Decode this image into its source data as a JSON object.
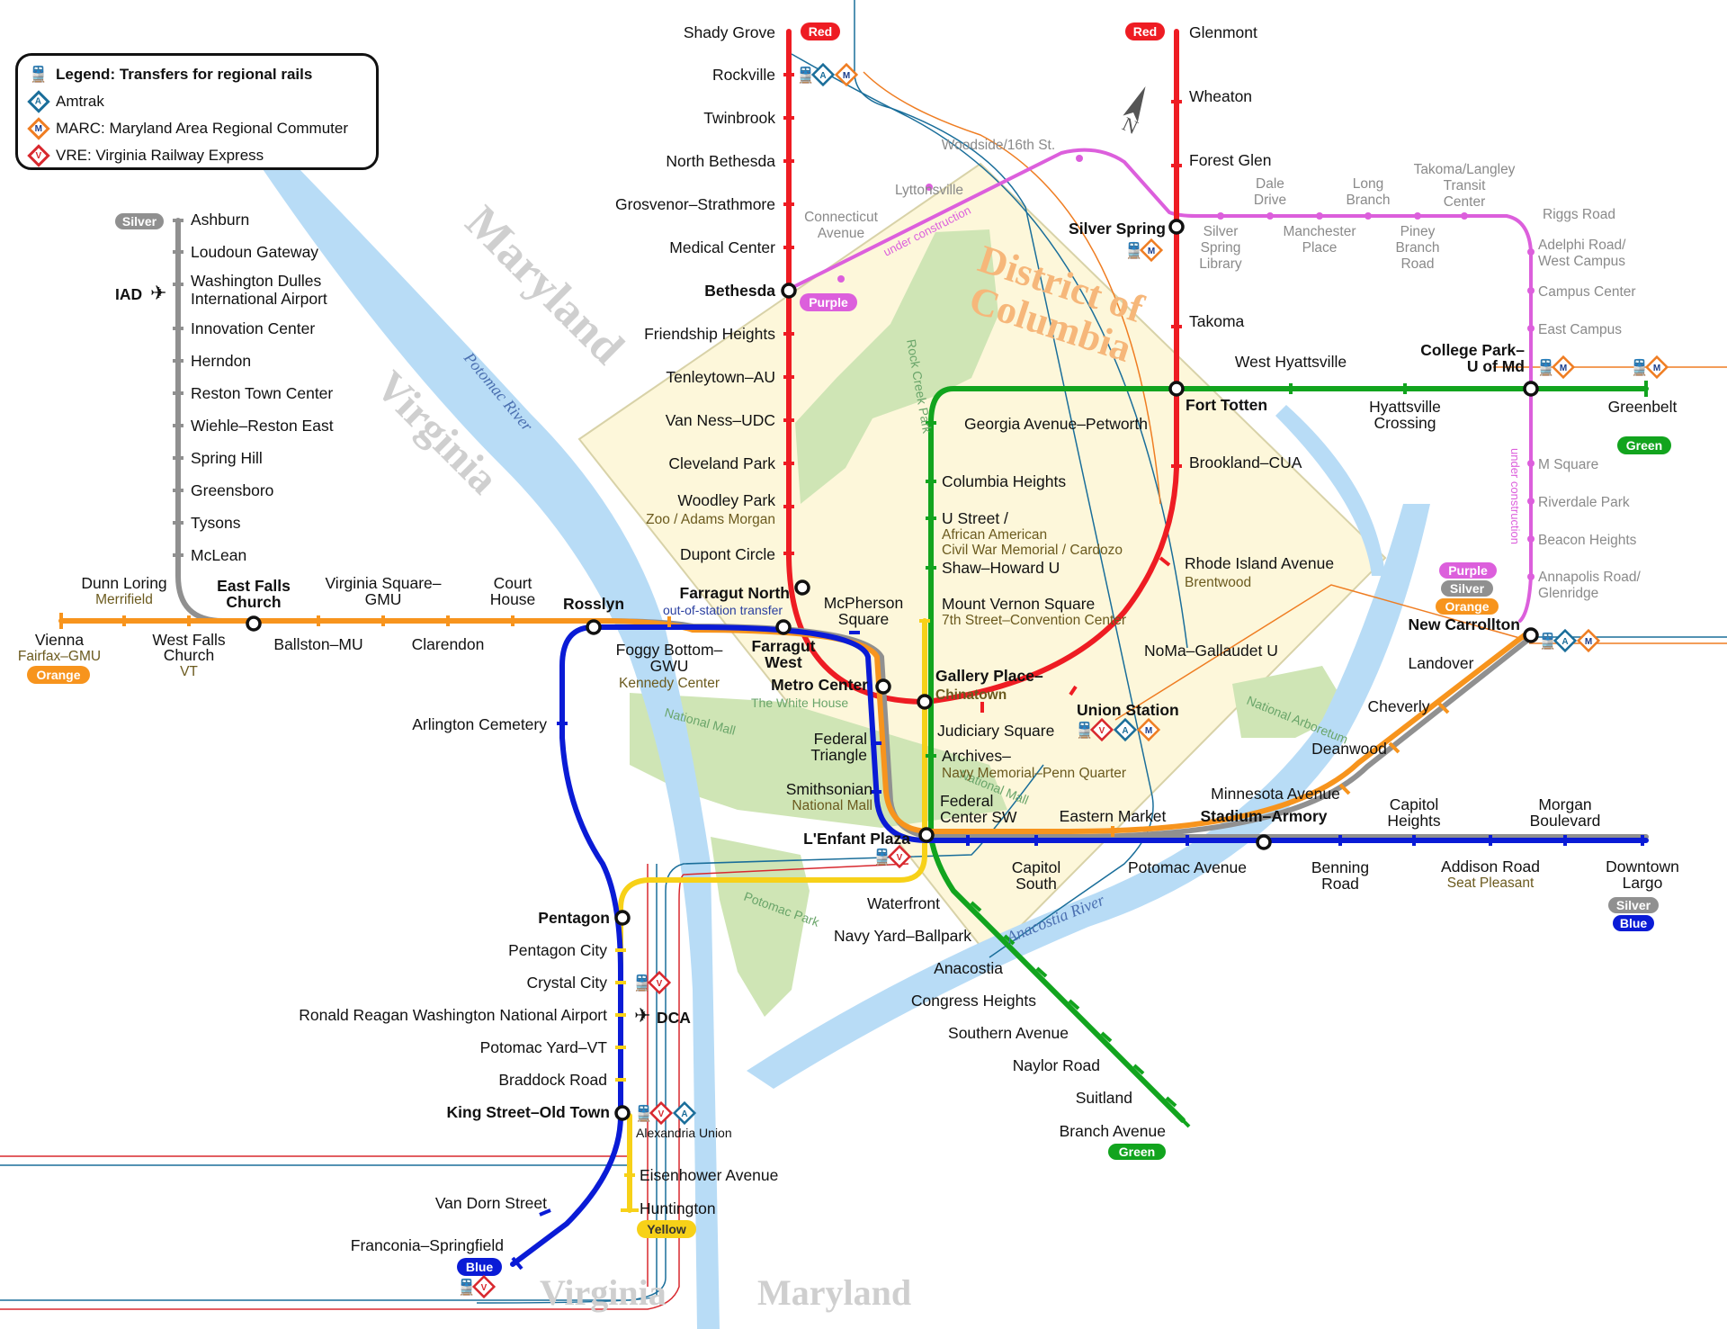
{
  "colors": {
    "red": "#ee1c23",
    "orange": "#f7941d",
    "silver": "#909090",
    "blue": "#0a1bd6",
    "yellow": "#f7d118",
    "green": "#12a41e",
    "purple": "#dc5fdc",
    "dc_fill": "#fdf7da",
    "river": "#b8dcf6",
    "park": "#cfe5b5",
    "amtrak": "#1a6e9a",
    "marc": "#ef7d22",
    "vre": "#d8282e"
  },
  "legend": {
    "title": "Legend: Transfers for regional rails",
    "items": [
      {
        "icon": "amtrak-icon",
        "letter": "A",
        "label": "Amtrak"
      },
      {
        "icon": "marc-icon",
        "letter": "M",
        "label": "MARC: Maryland Area Regional Commuter"
      },
      {
        "icon": "vre-icon",
        "letter": "V",
        "label": "VRE: Virginia Railway Express"
      }
    ]
  },
  "regions": {
    "maryland_nw": "Maryland",
    "virginia_nw": "Virginia",
    "dc": "District of Columbia",
    "dc_line1": "District of",
    "dc_line2": "Columbia",
    "virginia_s": "Virginia",
    "maryland_s": "Maryland"
  },
  "rivers": {
    "potomac": "Potomac River",
    "anacostia": "Anacostia River"
  },
  "parks": {
    "rock_creek": "Rock Creek Park",
    "national_mall": "National Mall",
    "arboretum": "National Arboretum",
    "potomac_park": "Potomac Park",
    "white_house": "The White House",
    "national_mall2": "National Mall"
  },
  "notes": {
    "under_construction": "under construction",
    "out_of_station": "out-of-station transfer",
    "iad": "IAD",
    "dca": "DCA"
  },
  "line_badges": {
    "red": "Red",
    "orange": "Orange",
    "silver": "Silver",
    "blue": "Blue",
    "yellow": "Yellow",
    "green": "Green",
    "purple": "Purple"
  },
  "stations": [
    {
      "id": "shady-grove",
      "name": "Shady Grove"
    },
    {
      "id": "rockville",
      "name": "Rockville"
    },
    {
      "id": "twinbrook",
      "name": "Twinbrook"
    },
    {
      "id": "north-bethesda",
      "name": "North Bethesda"
    },
    {
      "id": "grosvenor",
      "name": "Grosvenor–Strathmore"
    },
    {
      "id": "medical-center",
      "name": "Medical Center"
    },
    {
      "id": "bethesda",
      "name": "Bethesda"
    },
    {
      "id": "friendship-heights",
      "name": "Friendship Heights"
    },
    {
      "id": "tenleytown",
      "name": "Tenleytown–AU"
    },
    {
      "id": "van-ness",
      "name": "Van Ness–UDC"
    },
    {
      "id": "cleveland-park",
      "name": "Cleveland Park"
    },
    {
      "id": "woodley-park",
      "name": "Woodley Park",
      "sub": "Zoo / Adams Morgan"
    },
    {
      "id": "dupont-circle",
      "name": "Dupont Circle"
    },
    {
      "id": "farragut-north",
      "name": "Farragut North"
    },
    {
      "id": "metro-center",
      "name": "Metro Center"
    },
    {
      "id": "gallery-place",
      "name": "Gallery Place–",
      "sub": "Chinatown"
    },
    {
      "id": "judiciary-square",
      "name": "Judiciary Square"
    },
    {
      "id": "union-station",
      "name": "Union Station"
    },
    {
      "id": "noma",
      "name": "NoMa–Gallaudet U"
    },
    {
      "id": "rhode-island",
      "name": "Rhode Island Avenue",
      "sub": "Brentwood"
    },
    {
      "id": "brookland",
      "name": "Brookland–CUA"
    },
    {
      "id": "fort-totten",
      "name": "Fort Totten"
    },
    {
      "id": "takoma",
      "name": "Takoma"
    },
    {
      "id": "silver-spring",
      "name": "Silver Spring"
    },
    {
      "id": "forest-glen",
      "name": "Forest Glen"
    },
    {
      "id": "wheaton",
      "name": "Wheaton"
    },
    {
      "id": "glenmont",
      "name": "Glenmont"
    },
    {
      "id": "ashburn",
      "name": "Ashburn"
    },
    {
      "id": "loudoun-gateway",
      "name": "Loudoun Gateway"
    },
    {
      "id": "dulles-airport",
      "name": "Washington Dulles",
      "name2": "International Airport"
    },
    {
      "id": "innovation-center",
      "name": "Innovation Center"
    },
    {
      "id": "herndon",
      "name": "Herndon"
    },
    {
      "id": "reston",
      "name": "Reston Town Center"
    },
    {
      "id": "wiehle",
      "name": "Wiehle–Reston East"
    },
    {
      "id": "spring-hill",
      "name": "Spring Hill"
    },
    {
      "id": "greensboro",
      "name": "Greensboro"
    },
    {
      "id": "tysons",
      "name": "Tysons"
    },
    {
      "id": "mclean",
      "name": "McLean"
    },
    {
      "id": "vienna",
      "name": "Vienna",
      "sub": "Fairfax–GMU"
    },
    {
      "id": "dunn-loring",
      "name": "Dunn Loring",
      "sub": "Merrifield"
    },
    {
      "id": "west-falls-church",
      "name": "West Falls",
      "name2": "Church",
      "sub": "VT"
    },
    {
      "id": "east-falls-church",
      "name": "East Falls",
      "name2": "Church"
    },
    {
      "id": "ballston",
      "name": "Ballston–MU"
    },
    {
      "id": "virginia-square",
      "name": "Virginia Square–",
      "name2": "GMU"
    },
    {
      "id": "clarendon",
      "name": "Clarendon"
    },
    {
      "id": "court-house",
      "name": "Court",
      "name2": "House"
    },
    {
      "id": "rosslyn",
      "name": "Rosslyn"
    },
    {
      "id": "foggy-bottom",
      "name": "Foggy Bottom–",
      "name2": "GWU",
      "sub": "Kennedy Center"
    },
    {
      "id": "farragut-west",
      "name": "Farragut",
      "name2": "West"
    },
    {
      "id": "mcpherson",
      "name": "McPherson",
      "name2": "Square"
    },
    {
      "id": "federal-triangle",
      "name": "Federal",
      "name2": "Triangle"
    },
    {
      "id": "smithsonian",
      "name": "Smithsonian",
      "sub": "National Mall"
    },
    {
      "id": "lenfant",
      "name": "L'Enfant Plaza"
    },
    {
      "id": "federal-center",
      "name": "Federal",
      "name2": "Center SW"
    },
    {
      "id": "capitol-south",
      "name": "Capitol",
      "name2": "South"
    },
    {
      "id": "eastern-market",
      "name": "Eastern Market"
    },
    {
      "id": "potomac-avenue",
      "name": "Potomac Avenue"
    },
    {
      "id": "stadium-armory",
      "name": "Stadium–Armory"
    },
    {
      "id": "minnesota-ave",
      "name": "Minnesota Avenue"
    },
    {
      "id": "deanwood",
      "name": "Deanwood"
    },
    {
      "id": "cheverly",
      "name": "Cheverly"
    },
    {
      "id": "landover",
      "name": "Landover"
    },
    {
      "id": "new-carrollton",
      "name": "New Carrollton"
    },
    {
      "id": "benning-road",
      "name": "Benning",
      "name2": "Road"
    },
    {
      "id": "capitol-heights",
      "name": "Capitol",
      "name2": "Heights"
    },
    {
      "id": "addison-road",
      "name": "Addison Road",
      "sub": "Seat Pleasant"
    },
    {
      "id": "morgan-blvd",
      "name": "Morgan",
      "name2": "Boulevard"
    },
    {
      "id": "downtown-largo",
      "name": "Downtown",
      "name2": "Largo"
    },
    {
      "id": "arlington-cemetery",
      "name": "Arlington Cemetery"
    },
    {
      "id": "pentagon",
      "name": "Pentagon"
    },
    {
      "id": "pentagon-city",
      "name": "Pentagon City"
    },
    {
      "id": "crystal-city",
      "name": "Crystal City"
    },
    {
      "id": "reagan-airport",
      "name": "Ronald Reagan Washington National Airport"
    },
    {
      "id": "potomac-yard",
      "name": "Potomac Yard–VT"
    },
    {
      "id": "braddock-road",
      "name": "Braddock Road"
    },
    {
      "id": "king-street",
      "name": "King Street–Old Town"
    },
    {
      "id": "alexandria-union",
      "name": "Alexandria Union"
    },
    {
      "id": "eisenhower",
      "name": "Eisenhower Avenue"
    },
    {
      "id": "huntington",
      "name": "Huntington"
    },
    {
      "id": "van-dorn",
      "name": "Van Dorn Street"
    },
    {
      "id": "franconia",
      "name": "Franconia–Springfield"
    },
    {
      "id": "mount-vernon",
      "name": "Mount Vernon Square",
      "sub": "7th Street–Convention Center"
    },
    {
      "id": "shaw",
      "name": "Shaw–Howard U"
    },
    {
      "id": "u-street",
      "name": "U Street /",
      "sub": "African American",
      "sub2": "Civil War Memorial / Cardozo"
    },
    {
      "id": "columbia-heights",
      "name": "Columbia Heights"
    },
    {
      "id": "georgia-ave",
      "name": "Georgia Avenue–Petworth"
    },
    {
      "id": "west-hyattsville",
      "name": "West Hyattsville"
    },
    {
      "id": "hyattsville-crossing",
      "name": "Hyattsville",
      "name2": "Crossing"
    },
    {
      "id": "college-park",
      "name": "College Park–",
      "name2": "U of Md"
    },
    {
      "id": "greenbelt",
      "name": "Greenbelt"
    },
    {
      "id": "archives",
      "name": "Archives–",
      "sub": "Navy Memorial–Penn Quarter"
    },
    {
      "id": "waterfront",
      "name": "Waterfront"
    },
    {
      "id": "navy-yard",
      "name": "Navy Yard–Ballpark"
    },
    {
      "id": "anacostia",
      "name": "Anacostia"
    },
    {
      "id": "congress-heights",
      "name": "Congress Heights"
    },
    {
      "id": "southern-ave",
      "name": "Southern Avenue"
    },
    {
      "id": "naylor-road",
      "name": "Naylor Road"
    },
    {
      "id": "suitland",
      "name": "Suitland"
    },
    {
      "id": "branch-avenue",
      "name": "Branch Avenue"
    },
    {
      "id": "connecticut-ave",
      "name": "Connecticut",
      "name2": "Avenue"
    },
    {
      "id": "lyttonsville",
      "name": "Lyttonsville"
    },
    {
      "id": "woodside",
      "name": "Woodside/16th St."
    },
    {
      "id": "silver-spring-library",
      "name": "Silver",
      "name2": "Spring",
      "name3": "Library"
    },
    {
      "id": "dale-drive",
      "name": "Dale",
      "name2": "Drive"
    },
    {
      "id": "manchester-place",
      "name": "Manchester",
      "name2": "Place"
    },
    {
      "id": "long-branch",
      "name": "Long",
      "name2": "Branch"
    },
    {
      "id": "piney-branch",
      "name": "Piney",
      "name2": "Branch",
      "name3": "Road"
    },
    {
      "id": "takoma-langley",
      "name": "Takoma/Langley",
      "name2": "Transit",
      "name3": "Center"
    },
    {
      "id": "riggs-road",
      "name": "Riggs Road"
    },
    {
      "id": "adelphi-road",
      "name": "Adelphi Road/",
      "name2": "West Campus"
    },
    {
      "id": "campus-center",
      "name": "Campus Center"
    },
    {
      "id": "east-campus",
      "name": "East Campus"
    },
    {
      "id": "m-square",
      "name": "M Square"
    },
    {
      "id": "riverdale-park",
      "name": "Riverdale Park"
    },
    {
      "id": "beacon-heights",
      "name": "Beacon Heights"
    },
    {
      "id": "annapolis-road",
      "name": "Annapolis Road/",
      "name2": "Glenridge"
    }
  ]
}
